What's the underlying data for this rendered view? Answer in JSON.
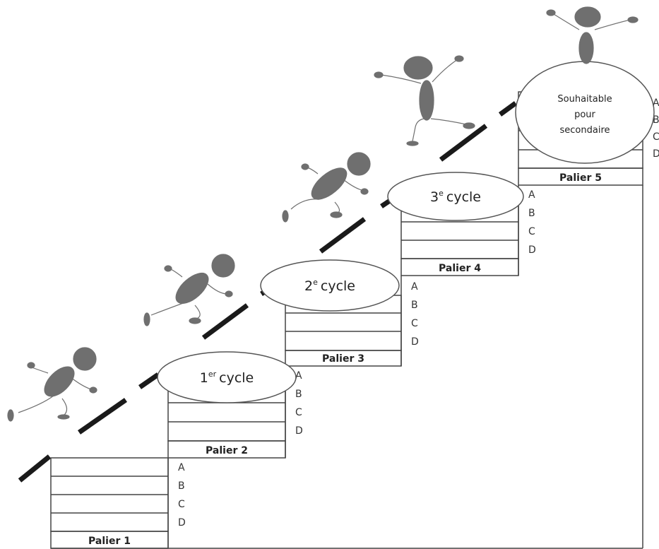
{
  "steps": [
    {
      "label": "Palier 1",
      "letters": [
        "A",
        "B",
        "C",
        "D"
      ]
    },
    {
      "label": "Palier 2",
      "letters": [
        "A",
        "B",
        "C",
        "D"
      ]
    },
    {
      "label": "Palier 3",
      "letters": [
        "A",
        "B",
        "C",
        "D"
      ]
    },
    {
      "label": "Palier 4",
      "letters": [
        "A",
        "B",
        "C",
        "D"
      ]
    },
    {
      "label": "Palier 5",
      "letters": [
        "A",
        "B",
        "C",
        "D"
      ]
    }
  ],
  "cycles": [
    {
      "number": "1",
      "sup": "er",
      "word": "cycle"
    },
    {
      "number": "2",
      "sup": "e",
      "word": "cycle"
    },
    {
      "number": "3",
      "sup": "e",
      "word": "cycle"
    }
  ],
  "final_bubble": {
    "lines": [
      "Souhaitable",
      "pour",
      "secondaire"
    ]
  },
  "colors": {
    "figure": "#6f6f6f",
    "dash": "#1a1a1a",
    "line": "#444444"
  }
}
